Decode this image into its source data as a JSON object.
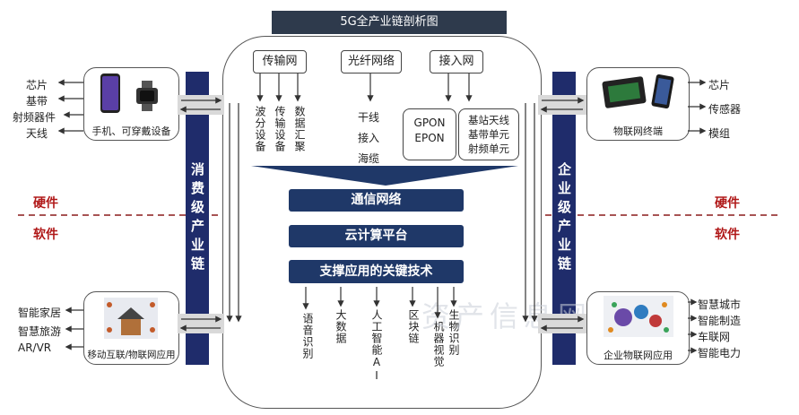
{
  "title": "5G全产业链剖析图",
  "sections": {
    "hardware": "硬件",
    "software": "软件"
  },
  "left_bar": "消费级产业链",
  "right_bar": "企业级产业链",
  "top_groups": {
    "transport": {
      "label": "传输网",
      "items": [
        "波分设备",
        "传输设备",
        "数据汇聚"
      ]
    },
    "fiber": {
      "label": "光纤网络",
      "items": [
        "干线",
        "接入",
        "海缆"
      ]
    },
    "access": {
      "label": "接入网",
      "box1": [
        "GPON",
        "EPON"
      ],
      "box2": [
        "基站天线",
        "基带单元",
        "射频单元"
      ]
    }
  },
  "layers": [
    "通信网络",
    "云计算平台",
    "支撑应用的关键技术"
  ],
  "tech_items": [
    "语音识别",
    "大数据",
    "人工智能AI",
    "区块链",
    "机器视觉",
    "生物识别"
  ],
  "left_top": {
    "caption": "手机、可穿戴设备",
    "items": [
      "芯片",
      "基带",
      "射频器件",
      "天线"
    ]
  },
  "left_bottom": {
    "caption": "移动互联/物联网应用",
    "items": [
      "智能家居",
      "智慧旅游",
      "AR/VR"
    ]
  },
  "right_top": {
    "caption": "物联网终端",
    "items": [
      "芯片",
      "传感器",
      "模组"
    ]
  },
  "right_bottom": {
    "caption": "企业物联网应用",
    "items": [
      "智慧城市",
      "智能制造",
      "车联网",
      "智能电力"
    ]
  },
  "watermark": "资产信息网",
  "colors": {
    "navy": "#1f3868",
    "bar": "#1f2c6b",
    "accent_red": "#b01818"
  }
}
